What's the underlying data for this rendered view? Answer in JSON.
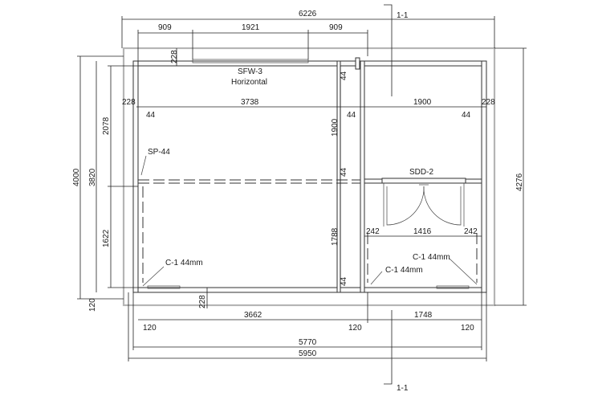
{
  "section_marks": {
    "top": "1-1",
    "bottom": "1-1"
  },
  "dimensions": {
    "overall_top": "6226",
    "top_left_gap": "909",
    "top_window_width": "1921",
    "top_right_gap": "909",
    "top_wall_left": "228",
    "top_wall_mid": "44",
    "room_left_width": "3738",
    "room_right_width": "1900",
    "left_end_228": "228",
    "right_end_228": "228",
    "left_44": "44",
    "right_44": "44",
    "mid_44": "44",
    "left_height_total": "4000",
    "left_height_inner": "3820",
    "left_upper": "2078",
    "left_lower": "1622",
    "left_bottom_120": "120",
    "mid_upper": "1900",
    "mid_44_inner": "44",
    "mid_lower": "1788",
    "mid_44_bottom": "44",
    "right_height": "4276",
    "door_side_left": "242",
    "door_width": "1416",
    "door_side_right": "242",
    "bottom_left_228": "228",
    "bottom_left_width": "3662",
    "bottom_right_width": "1748",
    "bottom_120_left": "120",
    "bottom_120_mid": "120",
    "bottom_120_right": "120",
    "overall_inner": "5770",
    "overall_outer": "5950"
  },
  "labels": {
    "window_code": "SFW-3",
    "window_type": "Horizontal",
    "partition": "SP-44",
    "door": "SDD-2",
    "corner_left": "C-1 44mm",
    "corner_mid": "C-1 44mm",
    "corner_right": "C-1 44mm"
  }
}
